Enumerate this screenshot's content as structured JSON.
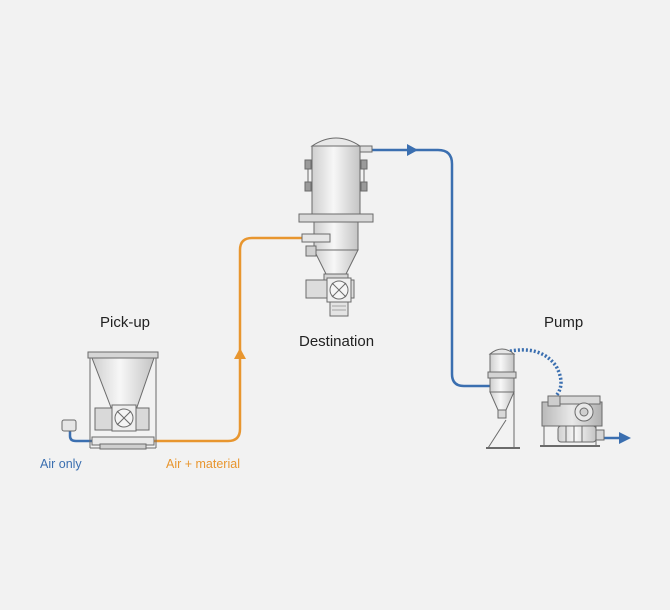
{
  "labels": {
    "pickup": "Pick-up",
    "destination": "Destination",
    "pump": "Pump",
    "air_only": "Air only",
    "air_material": "Air + material"
  },
  "colors": {
    "air_line": "#3b6fb0",
    "material_line": "#e8962f",
    "equipment_fill": "#e3e3e3",
    "equipment_stroke": "#6b6b6b",
    "background": "#f2f2f2"
  }
}
